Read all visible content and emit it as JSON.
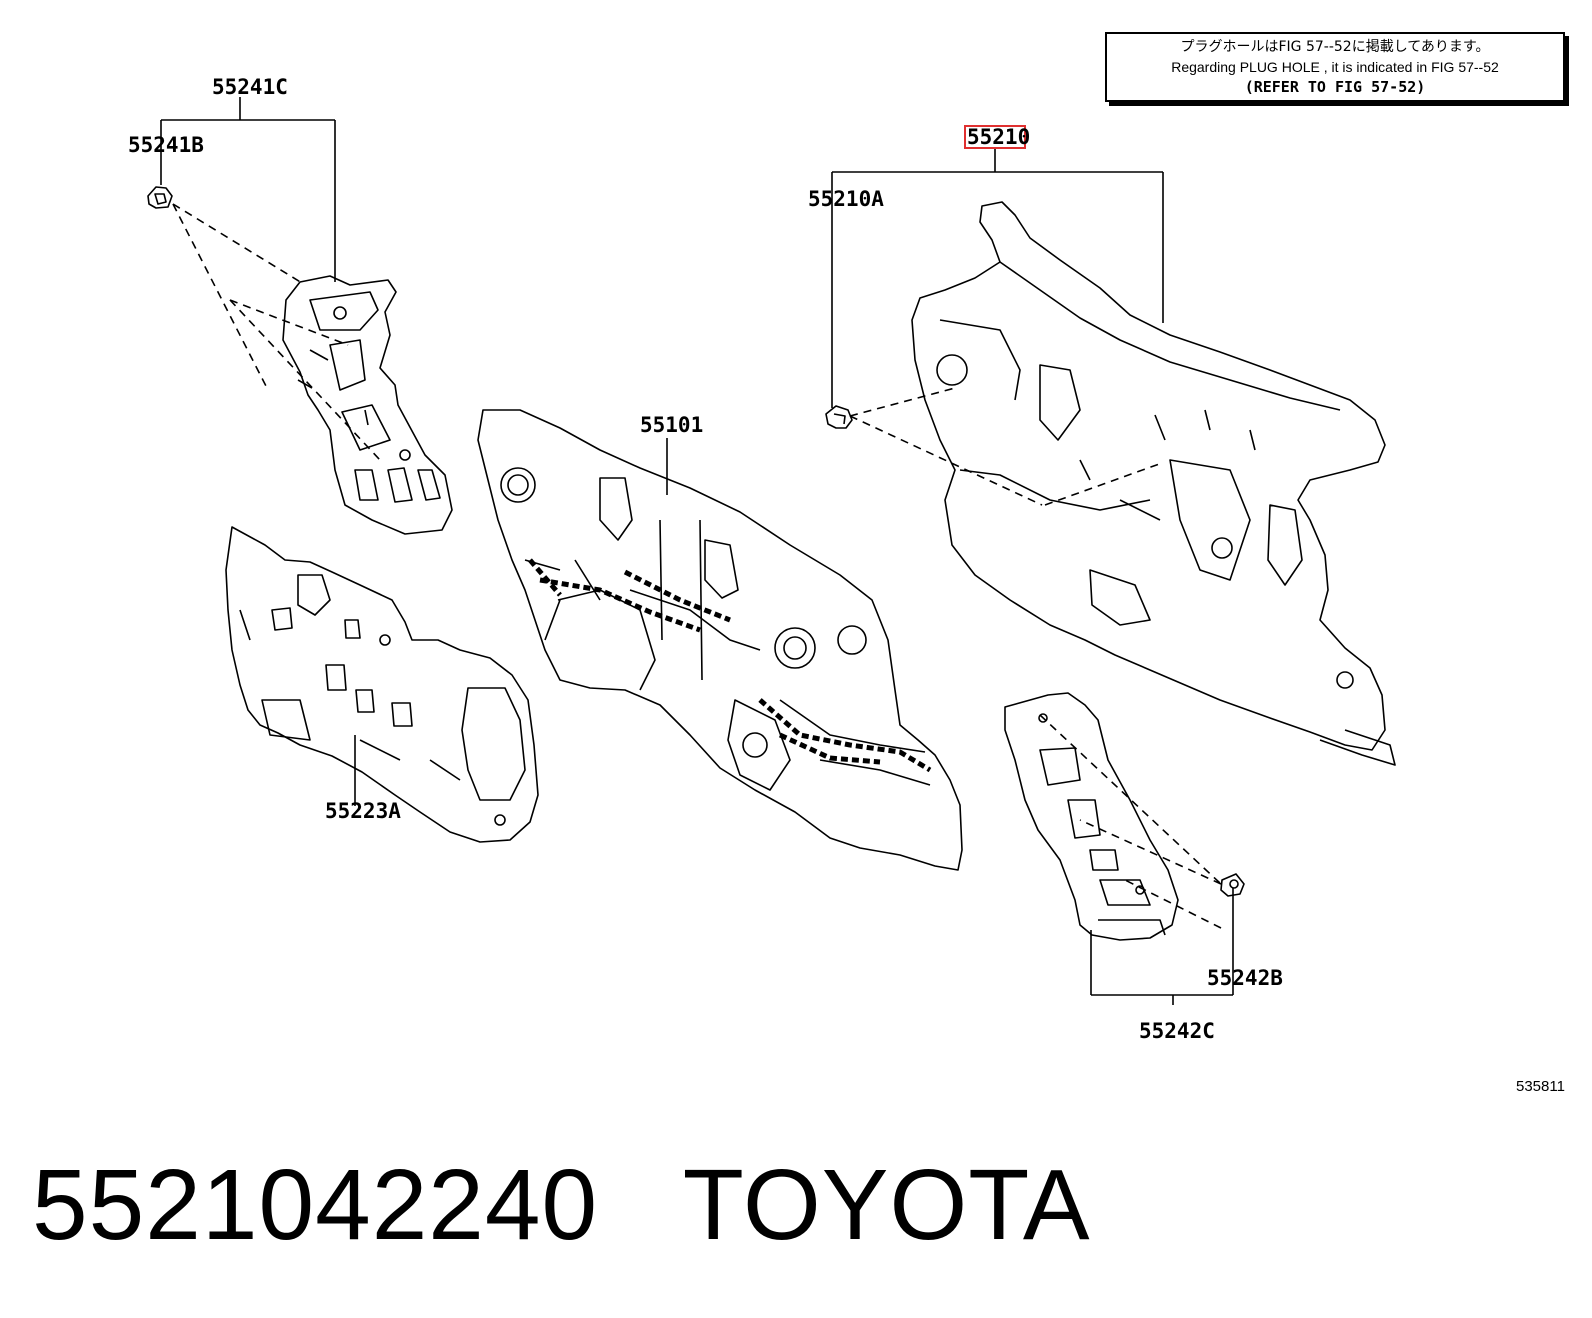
{
  "note": {
    "line_jp": "プラグホールはFIG 57--52に掲載してあります。",
    "line_en": "Regarding  PLUG  HOLE , it is indicated in FIG  57--52",
    "line_ref": "(REFER TO FIG 57-52)"
  },
  "parts": {
    "p55241C": "55241C",
    "p55241B": "55241B",
    "p55210": "55210",
    "p55210A": "55210A",
    "p55101": "55101",
    "p55223A": "55223A",
    "p55242B": "55242B",
    "p55242C": "55242C"
  },
  "highlight_color": "#e03030",
  "figure_number": "535811",
  "caption": {
    "part_number": "5521042240",
    "brand": "TOYOTA"
  }
}
